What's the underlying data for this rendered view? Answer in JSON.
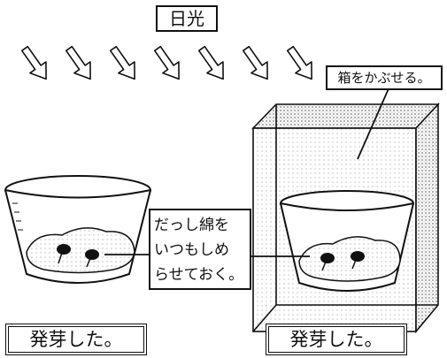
{
  "sun_label": "日光",
  "box_label": "箱をかぶせる。",
  "cotton_label_lines": [
    "だっし綿を",
    "いつもしめ",
    "らせておく。"
  ],
  "result_left": "発芽した。",
  "result_right": "発芽した。"
}
